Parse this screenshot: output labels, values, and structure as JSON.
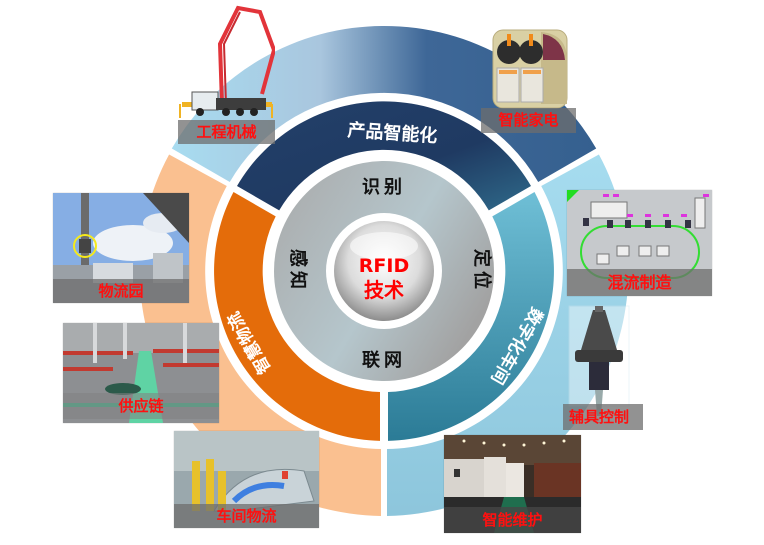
{
  "center": {
    "line1": "RFID",
    "line2": "技术",
    "color": "#ff0000"
  },
  "inner_ring": {
    "labels": [
      "识别",
      "定位",
      "联网",
      "感知"
    ],
    "color": "#a6a6a6"
  },
  "middle_ring": {
    "segments": [
      {
        "label": "产品智能化",
        "color": "#1f3b63"
      },
      {
        "label": "数字化车间",
        "color": "#2e7f99"
      },
      {
        "label": "智慧物流",
        "color": "#e46c0a"
      }
    ]
  },
  "outer_ring": {
    "segments": [
      {
        "name": "product",
        "color": "#9fd9ef",
        "dark": "#3a6496"
      },
      {
        "name": "workshop",
        "color": "#93cfe2"
      },
      {
        "name": "logistics",
        "color": "#fac090"
      }
    ]
  },
  "photos": [
    {
      "id": "engineering-machinery",
      "label": "工程机械",
      "icon": "concrete-pump-truck"
    },
    {
      "id": "smart-appliance",
      "label": "智能家电",
      "icon": "slush-machine"
    },
    {
      "id": "mixed-flow-manufacturing",
      "label": "混流制造",
      "icon": "production-line-layout"
    },
    {
      "id": "fixture-control",
      "label": "辅具控制",
      "icon": "tool-holder"
    },
    {
      "id": "smart-maintenance",
      "label": "智能维护",
      "icon": "cnc-machine-hall"
    },
    {
      "id": "workshop-logistics",
      "label": "车间物流",
      "icon": "welding-robots"
    },
    {
      "id": "supply-chain",
      "label": "供应链",
      "icon": "factory-floor"
    },
    {
      "id": "logistics-park",
      "label": "物流园",
      "icon": "rfid-reader-pole"
    }
  ]
}
